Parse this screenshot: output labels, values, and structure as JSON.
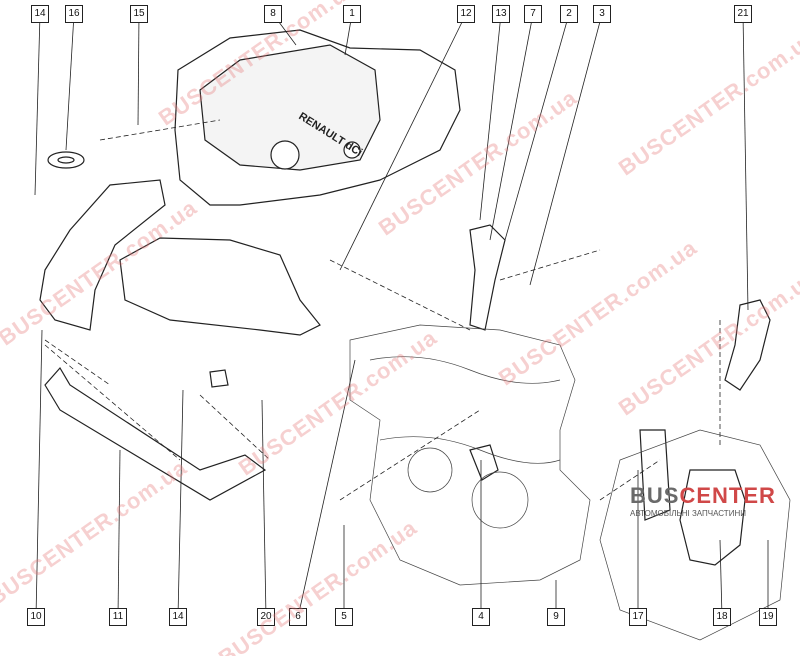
{
  "callouts_top": [
    "14",
    "16",
    "15",
    "8",
    "1",
    "12",
    "13",
    "7",
    "2",
    "3",
    "21"
  ],
  "callouts_bottom": [
    "10",
    "11",
    "14",
    "20",
    "6",
    "5",
    "4",
    "9",
    "17",
    "18",
    "19"
  ],
  "watermark": "BUSCENTER.com.ua",
  "logo": {
    "part1": "BUS",
    "part2": "CENTER",
    "subtitle": "АВТОМОБІЛЬНІ ЗАПЧАСТИНИ"
  },
  "cover_badge": "RENAULT dCi",
  "colors": {
    "line": "#222222",
    "watermark": "#e07878",
    "logo_red": "#d04848"
  }
}
